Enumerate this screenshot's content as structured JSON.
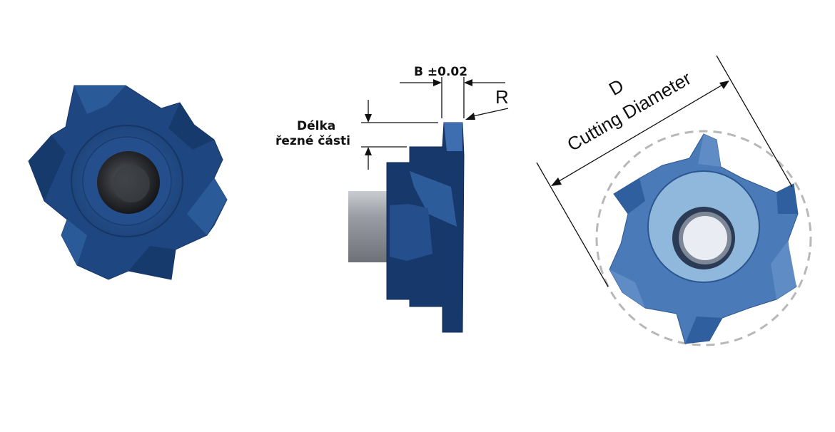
{
  "labels": {
    "b_tolerance": "B ±0.02",
    "r": "R",
    "cut_length_line1": "Délka",
    "cut_length_line2": "řezné části",
    "d": "D",
    "cutting_diameter": "Cutting Diameter"
  },
  "colors": {
    "tool_dark": "#1c3f73",
    "tool_mid": "#2a5a98",
    "tool_light": "#4a7ab8",
    "tool_face_light": "#8fb8dc",
    "shank": "#9a9ea4",
    "circle_dash": "#b8b8b8"
  }
}
